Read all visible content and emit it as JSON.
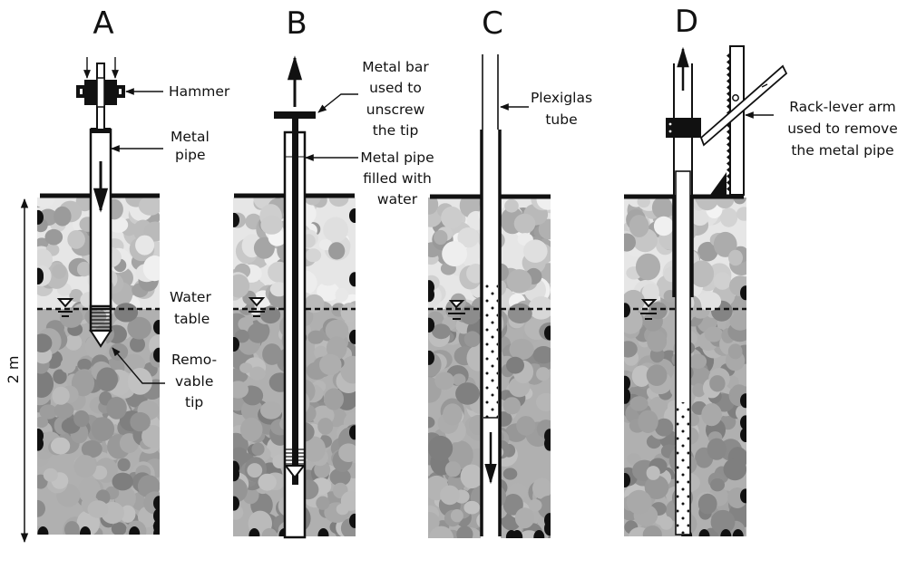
{
  "figure": {
    "type": "schematic",
    "description": "Four-step procedure for installing a sampling tube below the water table",
    "colors": {
      "line": "#111111",
      "soil_unsaturated_base": "#e6e6e6",
      "soil_saturated_base": "#b4b4b4",
      "pipe_fill": "#ffffff",
      "sample_dots": "#111111"
    }
  },
  "scale_bar": {
    "label": "2 m",
    "icon": "double-arrow-vertical"
  },
  "panels": [
    {
      "letter": "A",
      "labels": {
        "hammer": "Hammer",
        "pipe_l1": "Metal",
        "pipe_l2": "pipe",
        "water_l1": "Water",
        "water_l2": "table",
        "tip_l1": "Remo-",
        "tip_l2": "vable",
        "tip_l3": "tip"
      },
      "arrow_direction": "down"
    },
    {
      "letter": "B",
      "labels": {
        "bar_l1": "Metal bar",
        "bar_l2": "used to",
        "bar_l3": "unscrew",
        "bar_l4": "the tip",
        "pipe_l1": "Metal pipe",
        "pipe_l2": "filled with",
        "pipe_l3": "water"
      },
      "arrow_direction": "up"
    },
    {
      "letter": "C",
      "labels": {
        "tube_l1": "Plexiglas",
        "tube_l2": "tube"
      },
      "arrow_direction": "down"
    },
    {
      "letter": "D",
      "labels": {
        "rack_l1": "Rack-lever arm",
        "rack_l2": "used to remove",
        "rack_l3": "the metal pipe"
      },
      "arrow_direction": "up"
    }
  ]
}
